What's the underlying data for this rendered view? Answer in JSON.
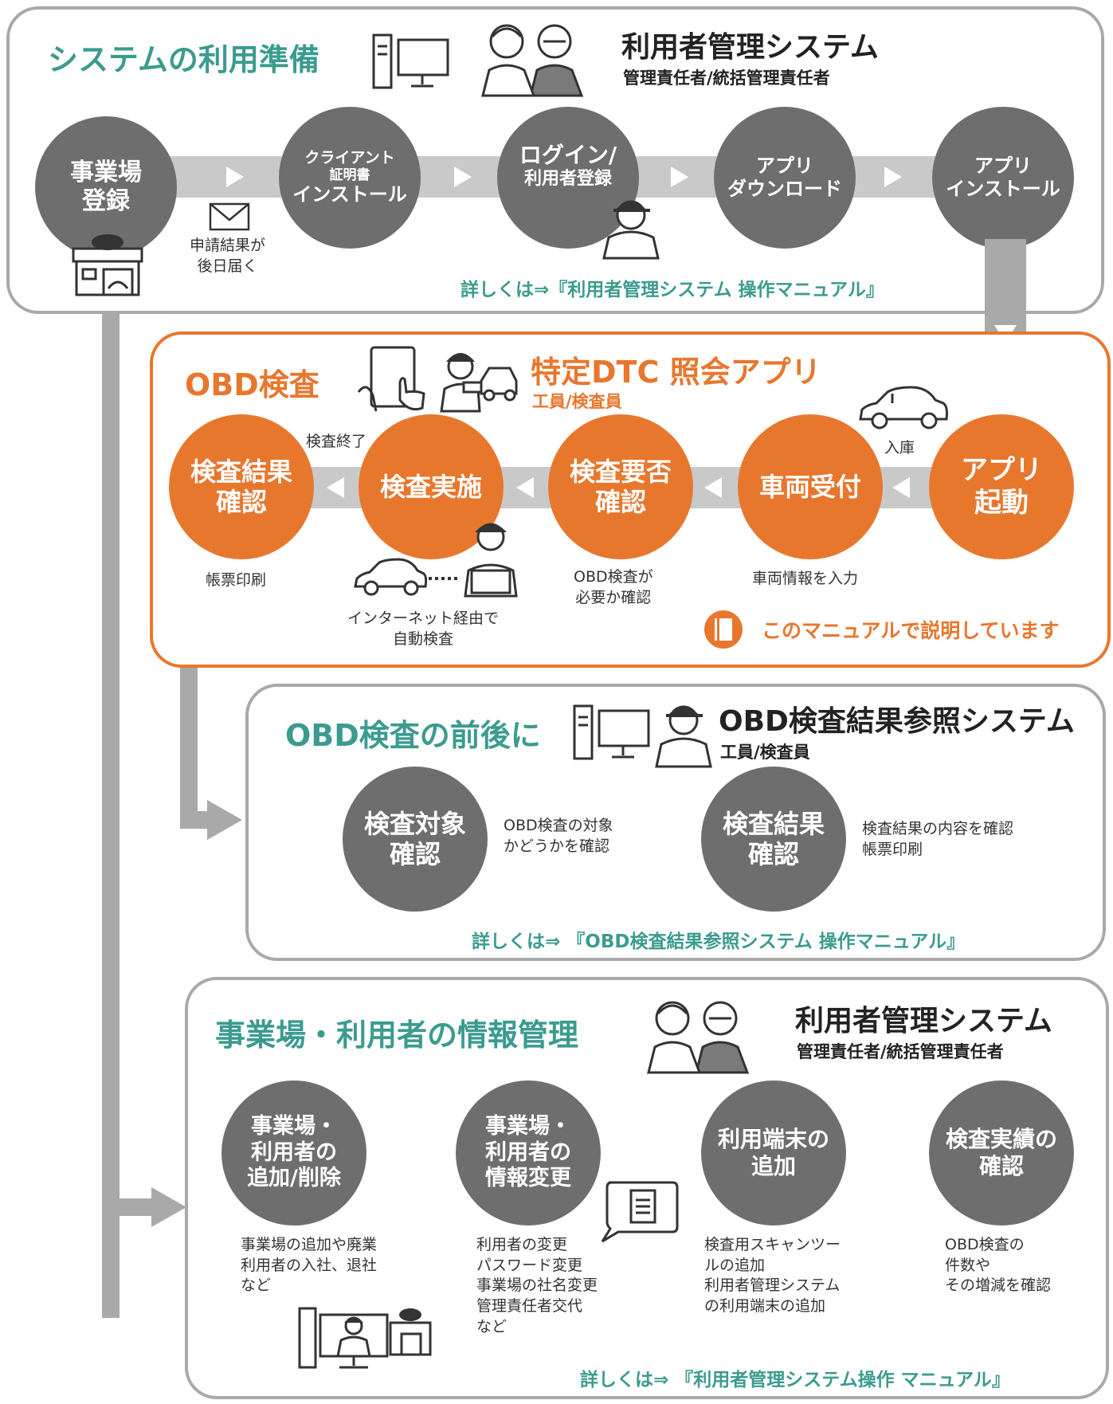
{
  "setup": {
    "title": "システムの利用準備",
    "system_name": "利用者管理システム",
    "system_role": "管理責任者/統括管理責任者",
    "steps": [
      {
        "lines": [
          "事業場",
          "登録"
        ]
      },
      {
        "lines": [
          "クライアント",
          "証明書",
          "インストール"
        ]
      },
      {
        "lines": [
          "ログイン/",
          "利用者登録"
        ]
      },
      {
        "lines": [
          "アプリ",
          "ダウンロード"
        ]
      },
      {
        "lines": [
          "アプリ",
          "インストール"
        ]
      }
    ],
    "mail_note": [
      "申請結果が",
      "後日届く"
    ],
    "detail": "詳しくは⇒『利用者管理システム 操作マニュアル』"
  },
  "obd": {
    "title": "OBD検査",
    "app_name": "特定DTC 照会アプリ",
    "app_role": "工員/検査員",
    "steps": [
      {
        "lines": [
          "アプリ",
          "起動"
        ]
      },
      {
        "lines": [
          "車両受付"
        ]
      },
      {
        "lines": [
          "検査要否",
          "確認"
        ]
      },
      {
        "lines": [
          "検査実施"
        ]
      },
      {
        "lines": [
          "検査結果",
          "確認"
        ]
      }
    ],
    "label_entry": "入庫",
    "label_end": "検査終了",
    "notes": {
      "vehicle": "車両情報を入力",
      "check": [
        "OBD検査が",
        "必要か確認"
      ],
      "exec": [
        "インターネット経由で",
        "自動検査"
      ],
      "result": "帳票印刷"
    },
    "manual_badge": "このマニュアルで説明しています"
  },
  "ref": {
    "title": "OBD検査の前後に",
    "system_name": "OBD検査結果参照システム",
    "system_role": "工員/検査員",
    "items": [
      {
        "lines": [
          "検査対象",
          "確認"
        ],
        "desc": [
          "OBD検査の対象",
          "かどうかを確認"
        ]
      },
      {
        "lines": [
          "検査結果",
          "確認"
        ],
        "desc": [
          "検査結果の内容を確認",
          "帳票印刷"
        ]
      }
    ],
    "detail": "詳しくは⇒ 『OBD検査結果参照システム 操作マニュアル』"
  },
  "mgmt": {
    "title": "事業場・利用者の情報管理",
    "system_name": "利用者管理システム",
    "system_role": "管理責任者/統括管理責任者",
    "items": [
      {
        "lines": [
          "事業場・",
          "利用者の",
          "追加/削除"
        ],
        "desc": [
          "事業場の追加や廃業",
          "利用者の入社、退社",
          "など"
        ]
      },
      {
        "lines": [
          "事業場・",
          "利用者の",
          "情報変更"
        ],
        "desc": [
          "利用者の変更",
          "パスワード変更",
          "事業場の社名変更",
          "管理責任者交代",
          "など"
        ]
      },
      {
        "lines": [
          "利用端末の",
          "追加"
        ],
        "desc": [
          "検査用スキャンツー",
          "ルの追加",
          "利用者管理システム",
          "の利用端末の追加"
        ]
      },
      {
        "lines": [
          "検査実績の",
          "確認"
        ],
        "desc": [
          "OBD検査の",
          "件数や",
          "その増減を確認"
        ]
      }
    ],
    "detail": "詳しくは⇒ 『利用者管理システム操作 マニュアル』"
  },
  "colors": {
    "teal": "#3b9b8f",
    "orange": "#e8772e",
    "gray_circle": "#6e6e6e",
    "connector": "#c9c9c9",
    "frame": "#a9a9a9"
  },
  "icons": [
    "monitor-icon",
    "managers-icon",
    "envelope-icon",
    "shop-icon",
    "worker-icon",
    "tablet-hand-icon",
    "mechanic-car-icon",
    "car-icon",
    "manual-book-icon",
    "document-bubble-icon",
    "terminal-icon"
  ]
}
